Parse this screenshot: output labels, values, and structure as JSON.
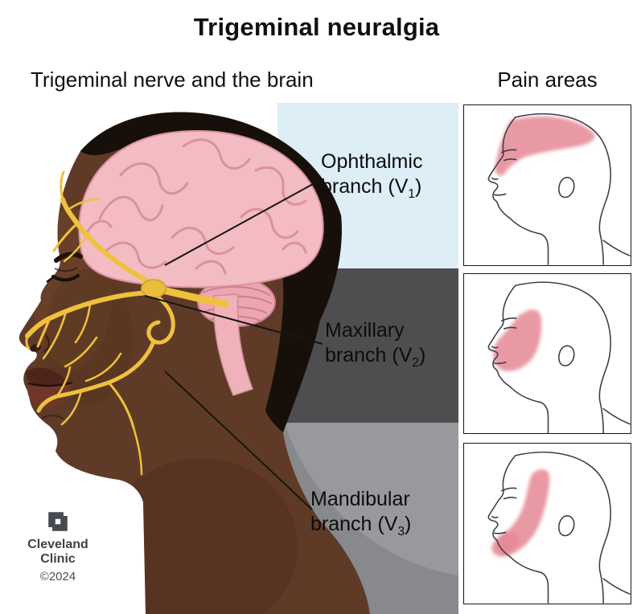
{
  "title": "Trigeminal neuralgia",
  "sections": {
    "anatomy_heading": "Trigeminal nerve and the brain",
    "pain_heading": "Pain areas"
  },
  "branch_labels": [
    {
      "name": "Ophthalmic",
      "branch_prefix": "branch (V",
      "subscript": "1",
      "suffix": ")"
    },
    {
      "name": "Maxillary",
      "branch_prefix": "branch (V",
      "subscript": "2",
      "suffix": ")"
    },
    {
      "name": "Mandibular",
      "branch_prefix": "branch (V",
      "subscript": "3",
      "suffix": ")"
    }
  ],
  "footer": {
    "brand_line1": "Cleveland",
    "brand_line2": "Clinic",
    "copyright": "©2024"
  },
  "icons": {
    "brand_mark": "cleveland-clinic-logo"
  },
  "colors": {
    "background": "#ffffff",
    "panel_blue": "#ddeef7",
    "band_dark_gray": "#4e4e50",
    "band_gray": "#97999c",
    "pain_pink": "#e58794",
    "nerve_yellow": "#efc13c",
    "brain_pink": "#f3bbc2",
    "skin_brown": "#5f3b27",
    "hair_black": "#17100a",
    "box_border": "#17171b"
  }
}
